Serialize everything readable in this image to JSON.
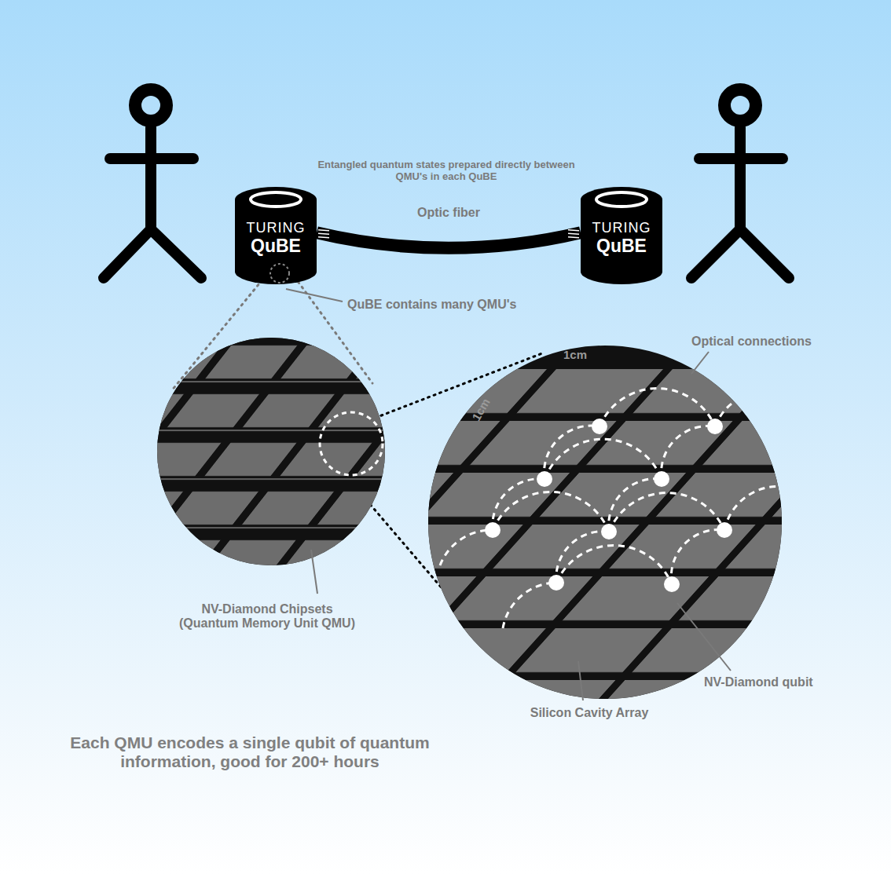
{
  "diagram": {
    "caption": "Each QMU encodes a single qubit of quantum information, good for 200+ hours",
    "nodes": [
      {
        "text": [
          "TURING",
          "QuBE"
        ]
      },
      {
        "text": [
          "TURING",
          "QuBE"
        ]
      }
    ],
    "edges": [
      {
        "from": 0,
        "to": 1,
        "arrow": "none",
        "label": "Optic fiber"
      }
    ],
    "labels": [
      "Entangled quantum states prepared directly between QMU's in each QuBE",
      "QuBE contains many QMU's",
      "NV-Diamond Chipsets (Quantum Memory Unit QMU)",
      "1cm",
      "1cm",
      "Optical connections",
      "NV-Diamond qubit",
      "Silicon Cavity Array"
    ]
  }
}
